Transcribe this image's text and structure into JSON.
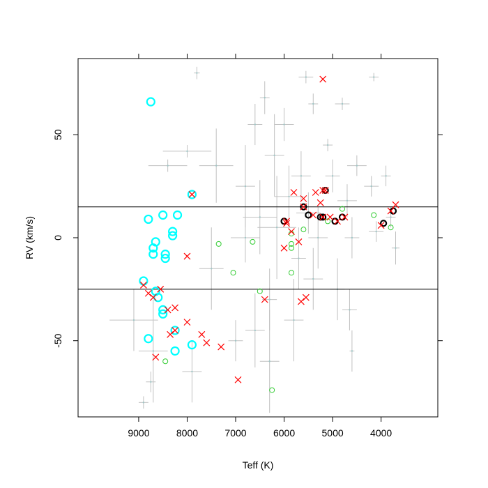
{
  "chart_data": {
    "type": "scatter",
    "title": "",
    "xlabel": "Teff (K)",
    "ylabel": "RV (km/s)",
    "xlim": [
      10250,
      2830
    ],
    "ylim": [
      -87,
      87
    ],
    "x_reversed": true,
    "x_ticks": [
      9000,
      8000,
      7000,
      6000,
      5000,
      4000
    ],
    "x_tick_labels": [
      "9000",
      "8000",
      "7000",
      "6000",
      "5000",
      "4000"
    ],
    "y_ticks": [
      -50,
      0,
      50
    ],
    "y_tick_labels": [
      "-50",
      "0",
      "50"
    ],
    "grid": false,
    "legend": "none",
    "reference_lines_y": [
      15,
      -25
    ],
    "colors": {
      "errorbar": "#c0c0c0",
      "cyan_circle": "#00ffff",
      "green_circle": "#33cc33",
      "red_cross": "#ff0000",
      "black_circle": "#000000"
    },
    "errorbars": [
      {
        "x": 7800,
        "y": 80,
        "xerr": 60,
        "yerr": 3
      },
      {
        "x": 6150,
        "y": 5,
        "xerr": 400,
        "yerr": 25
      },
      {
        "x": 5900,
        "y": 20,
        "xerr": 300,
        "yerr": 15
      },
      {
        "x": 6500,
        "y": 10,
        "xerr": 350,
        "yerr": 18
      },
      {
        "x": 6800,
        "y": 0,
        "xerr": 300,
        "yerr": 12
      },
      {
        "x": 5500,
        "y": 12,
        "xerr": 250,
        "yerr": 10
      },
      {
        "x": 7400,
        "y": 35,
        "xerr": 350,
        "yerr": 18
      },
      {
        "x": 8000,
        "y": 42,
        "xerr": 500,
        "yerr": 3
      },
      {
        "x": 8400,
        "y": 35,
        "xerr": 400,
        "yerr": 3
      },
      {
        "x": 9100,
        "y": -40,
        "xerr": 500,
        "yerr": 15
      },
      {
        "x": 8700,
        "y": -55,
        "xerr": 300,
        "yerr": 25
      },
      {
        "x": 7900,
        "y": -65,
        "xerr": 200,
        "yerr": 15
      },
      {
        "x": 7500,
        "y": -15,
        "xerr": 250,
        "yerr": 20
      },
      {
        "x": 6300,
        "y": -30,
        "xerr": 150,
        "yerr": 15
      },
      {
        "x": 7000,
        "y": -50,
        "xerr": 150,
        "yerr": 10
      },
      {
        "x": 6200,
        "y": 40,
        "xerr": 200,
        "yerr": 20
      },
      {
        "x": 5650,
        "y": 30,
        "xerr": 200,
        "yerr": 12
      },
      {
        "x": 5000,
        "y": 30,
        "xerr": 150,
        "yerr": 8
      },
      {
        "x": 4700,
        "y": 18,
        "xerr": 200,
        "yerr": 8
      },
      {
        "x": 4500,
        "y": 35,
        "xerr": 200,
        "yerr": 5
      },
      {
        "x": 4200,
        "y": 25,
        "xerr": 150,
        "yerr": 5
      },
      {
        "x": 4150,
        "y": 78,
        "xerr": 100,
        "yerr": 2
      },
      {
        "x": 5100,
        "y": 45,
        "xerr": 100,
        "yerr": 3
      },
      {
        "x": 5400,
        "y": 65,
        "xerr": 100,
        "yerr": 5
      },
      {
        "x": 4600,
        "y": 0,
        "xerr": 150,
        "yerr": 10
      },
      {
        "x": 4900,
        "y": -25,
        "xerr": 150,
        "yerr": 15
      },
      {
        "x": 4650,
        "y": -35,
        "xerr": 150,
        "yerr": 10
      },
      {
        "x": 4600,
        "y": -55,
        "xerr": 50,
        "yerr": 10
      },
      {
        "x": 6000,
        "y": 55,
        "xerr": 200,
        "yerr": 8
      },
      {
        "x": 6600,
        "y": 55,
        "xerr": 150,
        "yerr": 10
      },
      {
        "x": 6400,
        "y": 68,
        "xerr": 100,
        "yerr": 8
      },
      {
        "x": 5550,
        "y": 78,
        "xerr": 150,
        "yerr": 3
      },
      {
        "x": 4800,
        "y": 65,
        "xerr": 150,
        "yerr": 3
      },
      {
        "x": 6800,
        "y": 25,
        "xerr": 200,
        "yerr": 20
      },
      {
        "x": 6600,
        "y": -45,
        "xerr": 200,
        "yerr": 18
      },
      {
        "x": 6300,
        "y": -60,
        "xerr": 200,
        "yerr": 25
      },
      {
        "x": 5800,
        "y": -40,
        "xerr": 200,
        "yerr": 20
      },
      {
        "x": 5400,
        "y": -20,
        "xerr": 200,
        "yerr": 15
      },
      {
        "x": 5300,
        "y": 0,
        "xerr": 200,
        "yerr": 15
      },
      {
        "x": 5700,
        "y": -10,
        "xerr": 150,
        "yerr": 15
      },
      {
        "x": 3900,
        "y": 30,
        "xerr": 100,
        "yerr": 5
      },
      {
        "x": 3700,
        "y": -5,
        "xerr": 80,
        "yerr": 8
      },
      {
        "x": 3800,
        "y": 10,
        "xerr": 100,
        "yerr": 5
      },
      {
        "x": 4100,
        "y": 3,
        "xerr": 150,
        "yerr": 5
      },
      {
        "x": 8900,
        "y": -80,
        "xerr": 100,
        "yerr": 3
      },
      {
        "x": 8750,
        "y": -70,
        "xerr": 100,
        "yerr": 5
      }
    ],
    "cyan_circles": [
      {
        "x": 8750,
        "y": 66
      },
      {
        "x": 7900,
        "y": 21
      },
      {
        "x": 8500,
        "y": 11
      },
      {
        "x": 8200,
        "y": 11
      },
      {
        "x": 8800,
        "y": 9
      },
      {
        "x": 8300,
        "y": 3
      },
      {
        "x": 8300,
        "y": 1
      },
      {
        "x": 8650,
        "y": -2
      },
      {
        "x": 8450,
        "y": -8
      },
      {
        "x": 8700,
        "y": -5
      },
      {
        "x": 8700,
        "y": -8
      },
      {
        "x": 8450,
        "y": -10
      },
      {
        "x": 8900,
        "y": -21
      },
      {
        "x": 8650,
        "y": -26
      },
      {
        "x": 8600,
        "y": -29
      },
      {
        "x": 8500,
        "y": -35
      },
      {
        "x": 8500,
        "y": -37
      },
      {
        "x": 8250,
        "y": -45
      },
      {
        "x": 8800,
        "y": -49
      },
      {
        "x": 7900,
        "y": -52
      },
      {
        "x": 8250,
        "y": -55
      }
    ],
    "green_circles": [
      {
        "x": 7350,
        "y": -3
      },
      {
        "x": 6650,
        "y": -2
      },
      {
        "x": 7050,
        "y": -17
      },
      {
        "x": 6500,
        "y": -26
      },
      {
        "x": 5850,
        "y": -17
      },
      {
        "x": 6250,
        "y": -74
      },
      {
        "x": 8450,
        "y": -60
      },
      {
        "x": 5850,
        "y": 2
      },
      {
        "x": 5850,
        "y": -3
      },
      {
        "x": 5850,
        "y": -5
      },
      {
        "x": 5600,
        "y": 4
      },
      {
        "x": 5100,
        "y": 8
      },
      {
        "x": 4800,
        "y": 14
      },
      {
        "x": 4150,
        "y": 11
      },
      {
        "x": 3800,
        "y": 5
      }
    ],
    "red_crosses": [
      {
        "x": 5200,
        "y": 77
      },
      {
        "x": 5800,
        "y": 22
      },
      {
        "x": 5200,
        "y": 23
      },
      {
        "x": 5350,
        "y": 22
      },
      {
        "x": 5600,
        "y": 19
      },
      {
        "x": 5250,
        "y": 17
      },
      {
        "x": 5950,
        "y": 7
      },
      {
        "x": 5850,
        "y": 3
      },
      {
        "x": 6000,
        "y": -5
      },
      {
        "x": 5700,
        "y": -2
      },
      {
        "x": 7900,
        "y": 21
      },
      {
        "x": 8000,
        "y": -9
      },
      {
        "x": 8900,
        "y": -23
      },
      {
        "x": 8800,
        "y": -27
      },
      {
        "x": 8700,
        "y": -29
      },
      {
        "x": 8550,
        "y": -25
      },
      {
        "x": 8400,
        "y": -35
      },
      {
        "x": 8250,
        "y": -34
      },
      {
        "x": 8000,
        "y": -41
      },
      {
        "x": 8250,
        "y": -45
      },
      {
        "x": 8350,
        "y": -47
      },
      {
        "x": 7700,
        "y": -47
      },
      {
        "x": 7600,
        "y": -51
      },
      {
        "x": 7300,
        "y": -53
      },
      {
        "x": 8650,
        "y": -58
      },
      {
        "x": 6950,
        "y": -69
      },
      {
        "x": 6400,
        "y": -30
      },
      {
        "x": 5650,
        "y": -31
      },
      {
        "x": 5550,
        "y": -29
      },
      {
        "x": 3700,
        "y": 16
      },
      {
        "x": 5050,
        "y": 10
      },
      {
        "x": 5200,
        "y": 10
      },
      {
        "x": 5400,
        "y": 11
      },
      {
        "x": 5950,
        "y": 8
      },
      {
        "x": 5600,
        "y": 15
      },
      {
        "x": 5150,
        "y": 23
      },
      {
        "x": 4900,
        "y": 8
      },
      {
        "x": 4750,
        "y": 10
      },
      {
        "x": 4000,
        "y": 6
      },
      {
        "x": 3800,
        "y": 13
      }
    ],
    "black_circles": [
      {
        "x": 6000,
        "y": 8
      },
      {
        "x": 5600,
        "y": 15
      },
      {
        "x": 5500,
        "y": 11
      },
      {
        "x": 5150,
        "y": 23
      },
      {
        "x": 5250,
        "y": 10
      },
      {
        "x": 5200,
        "y": 10
      },
      {
        "x": 4950,
        "y": 8
      },
      {
        "x": 4800,
        "y": 10
      },
      {
        "x": 3950,
        "y": 7
      },
      {
        "x": 3750,
        "y": 13
      }
    ]
  }
}
